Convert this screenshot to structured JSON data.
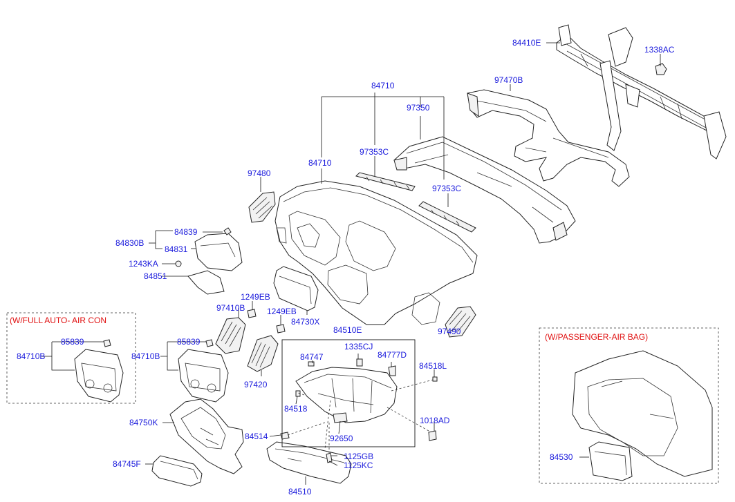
{
  "callouts": {
    "c84410E": "84410E",
    "c1338AC": "1338AC",
    "c97470B": "97470B",
    "c84710_top": "84710",
    "c97350": "97350",
    "c97353C_a": "97353C",
    "c84710_mid": "84710",
    "c97480": "97480",
    "c97353C_b": "97353C",
    "c84839": "84839",
    "c84830B": "84830B",
    "c84831": "84831",
    "c1243KA": "1243KA",
    "c84851": "84851",
    "c1249EB_a": "1249EB",
    "c97410B": "97410B",
    "c1249EB_b": "1249EB",
    "c84730X": "84730X",
    "c84510E": "84510E",
    "c97490": "97490",
    "c85839_a": "85839",
    "c84710B_a": "84710B",
    "c85839_b": "85839",
    "c84710B_b": "84710B",
    "c1335CJ": "1335CJ",
    "c84747": "84747",
    "c84777D": "84777D",
    "c84518L": "84518L",
    "c97420": "97420",
    "c84518": "84518",
    "c1018AD": "1018AD",
    "c84750K": "84750K",
    "c84514": "84514",
    "c92650": "92650",
    "c84745F": "84745F",
    "c1125GB": "1125GB",
    "c1125KC": "1125KC",
    "c84510": "84510",
    "c84530": "84530"
  },
  "notes": {
    "full_auto_aircon": "(W/FULL AUTO- AIR CON",
    "passenger_airbag": "(W/PASSENGER-AIR BAG)"
  },
  "colors": {
    "callout": "#1a1adc",
    "note": "#e01010",
    "line": "#222222"
  }
}
